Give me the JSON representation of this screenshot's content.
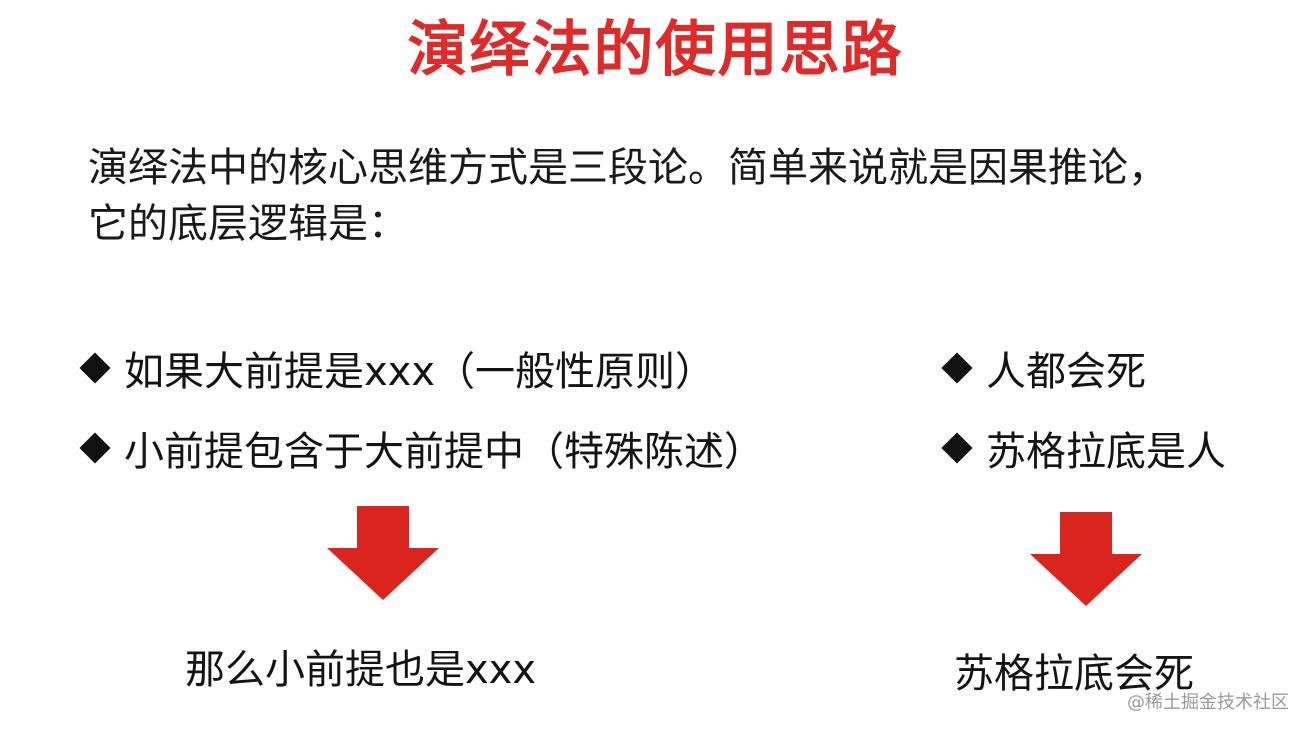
{
  "slide": {
    "title": "演绎法的使用思路",
    "intro_lines": [
      "演绎法中的核心思维方式是三段论。简单来说就是因果推论，",
      "它的底层逻辑是："
    ],
    "left_bullets": [
      "如果大前提是xxx（一般性原则）",
      "小前提包含于大前提中（特殊陈述）"
    ],
    "right_bullets": [
      "人都会死",
      "苏格拉底是人"
    ],
    "left_conclusion": "那么小前提也是xxx",
    "right_conclusion": "苏格拉底会死",
    "watermark": "@稀土掘金技术社区"
  },
  "colors": {
    "title": "#e02a2a",
    "arrow": "#d9251d",
    "text": "#141414"
  },
  "icons": {
    "bullet": "diamond-bullet-icon",
    "arrow": "down-arrow-icon"
  }
}
